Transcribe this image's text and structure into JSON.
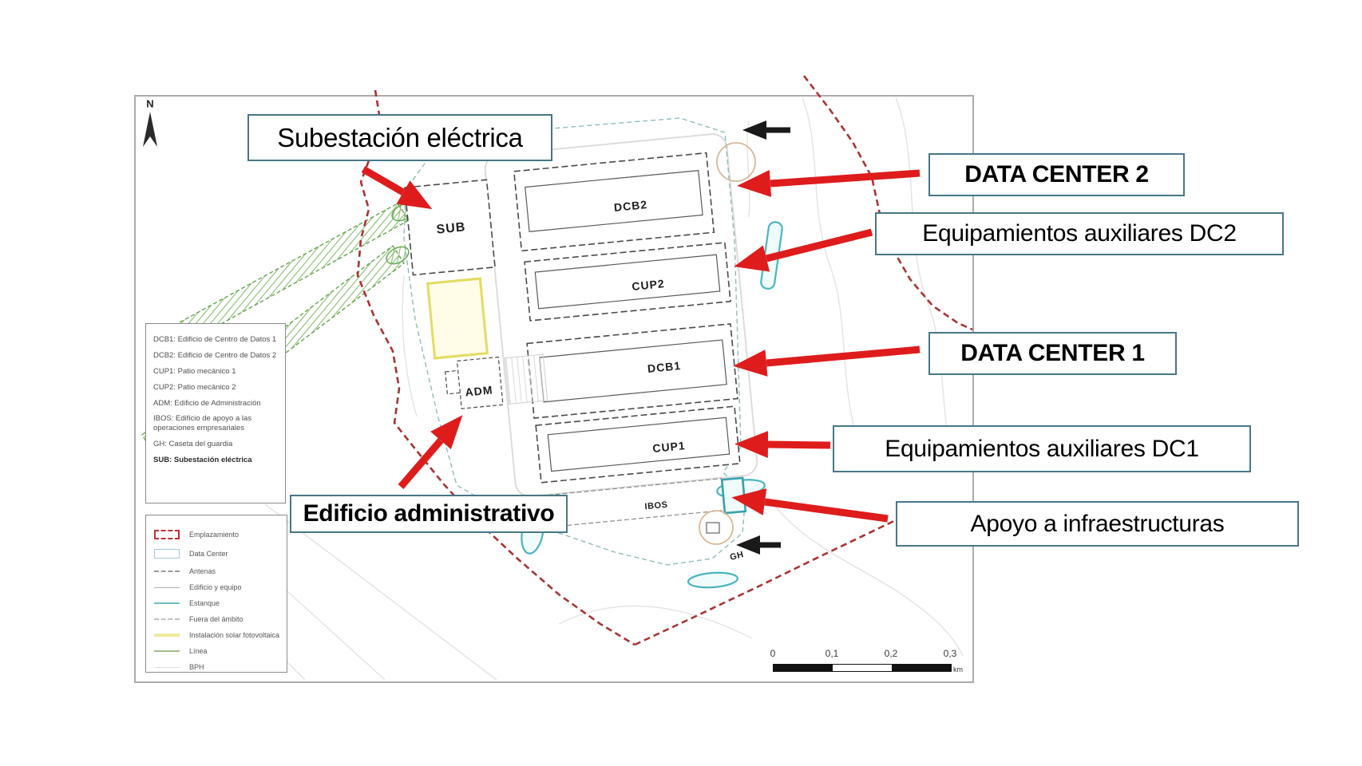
{
  "map": {
    "north_label": "N",
    "buildings": {
      "dcb2": "DCB2",
      "cup2": "CUP2",
      "dcb1": "DCB1",
      "cup1": "CUP1",
      "ibos": "IBOS",
      "adm": "ADM",
      "sub": "SUB",
      "gh": "GH"
    }
  },
  "callouts": {
    "substation": {
      "label": "Subestación eléctrica"
    },
    "dc2": {
      "label": "DATA CENTER 2"
    },
    "aux2": {
      "label": "Equipamientos auxiliares DC2"
    },
    "dc1": {
      "label": "DATA CENTER 1"
    },
    "aux1": {
      "label": "Equipamientos auxiliares DC1"
    },
    "admin": {
      "label": "Edificio administrativo"
    },
    "support": {
      "label": "Apoyo a infraestructuras"
    }
  },
  "abbreviations": {
    "items": [
      "DCB1: Edificio de Centro de Datos 1",
      "DCB2: Edificio de Centro de Datos 2",
      "CUP1: Patio mecánico 1",
      "CUP2: Patio mecánico 2",
      "ADM: Edificio de Administración",
      "IBOS: Edificio de apoyo a las operaciones empresariales",
      "GH: Caseta del guardia",
      "SUB: Subestación eléctrica"
    ]
  },
  "legend": {
    "items": [
      {
        "label": "Emplazamiento",
        "symbol": "red-dashed-rect"
      },
      {
        "label": "Data Center",
        "symbol": "blue-rect"
      },
      {
        "label": "Antenas",
        "symbol": "gray-dash-dot-line"
      },
      {
        "label": "Edificio y equipo",
        "symbol": "gray-line"
      },
      {
        "label": "Estanque",
        "symbol": "teal-line"
      },
      {
        "label": "Fuera del ámbito",
        "symbol": "gray-dashed-line"
      },
      {
        "label": "Instalación solar fotovoltaica",
        "symbol": "yellow-line"
      },
      {
        "label": "Línea",
        "symbol": "green-line"
      },
      {
        "label": "BPH",
        "symbol": "faint-line"
      }
    ]
  },
  "scale_bar": {
    "ticks": [
      "0",
      "0,1",
      "0,2",
      "0,3"
    ],
    "unit": "km"
  },
  "colors": {
    "arrow_red": "#df1c1c",
    "arrow_black": "#1a1a1a",
    "callout_border": "#477786",
    "boundary_red": "#a83434",
    "pond_teal": "#4ab5c0",
    "corridor_green": "#64a64e",
    "solar_yellow": "#e3dc62"
  }
}
